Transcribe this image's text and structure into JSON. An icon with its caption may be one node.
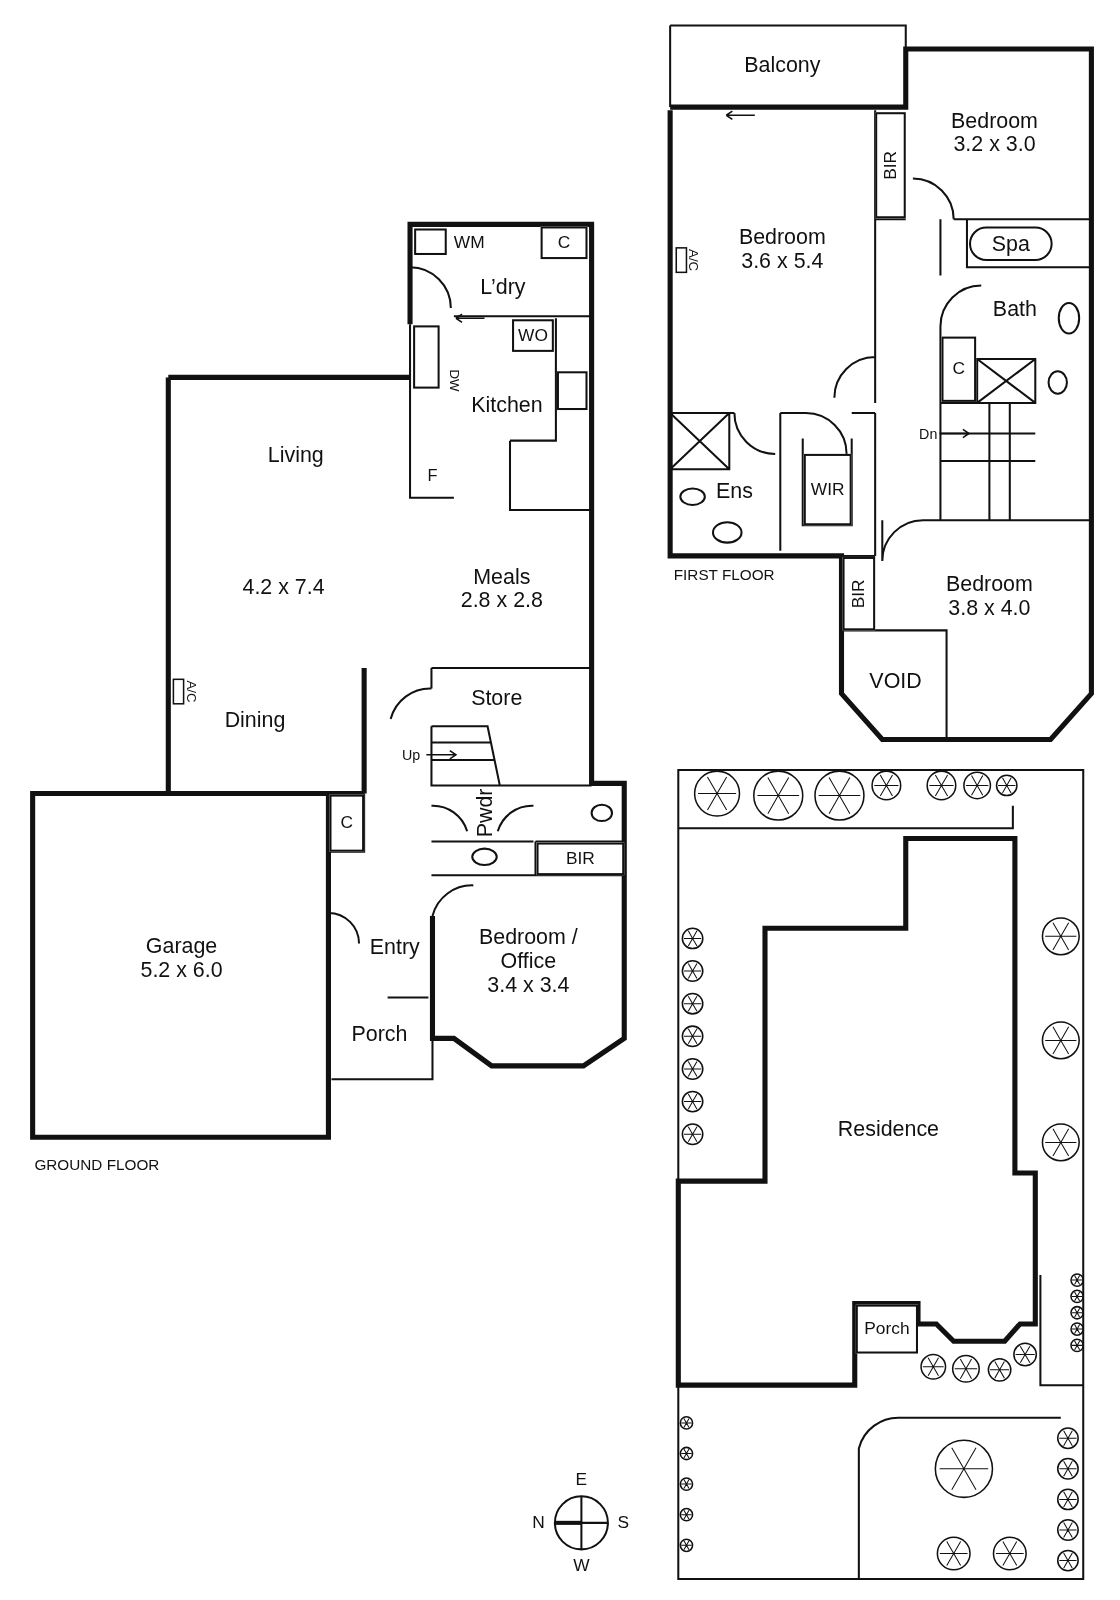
{
  "diagram": {
    "nodes": [
      {
        "text": [
          "Balcony"
        ]
      },
      {
        "text": [
          "Bedroom",
          "3.2 x 3.0"
        ]
      },
      {
        "text": [
          "BIR"
        ]
      },
      {
        "text": [
          "Bedroom",
          "3.6 x 5.4"
        ]
      },
      {
        "text": [
          "Bath"
        ]
      },
      {
        "text": [
          "Spa"
        ],
        "in": 4
      },
      {
        "text": [
          "C"
        ]
      },
      {
        "text": [
          "Ens"
        ]
      },
      {
        "text": [
          "WIR"
        ]
      },
      {
        "text": [
          "BIR"
        ]
      },
      {
        "text": [
          "Bedroom",
          "3.8 x 4.0"
        ]
      },
      {
        "text": [
          "VOID"
        ]
      },
      {
        "text": [
          "L’dry"
        ]
      },
      {
        "text": [
          "C"
        ],
        "in": 12
      },
      {
        "text": [
          "Kitchen"
        ]
      },
      {
        "text": [
          "WO"
        ],
        "in": 14
      },
      {
        "text": [
          "Living",
          "4.2 x 7.4",
          "Dining"
        ]
      },
      {
        "text": [
          "Meals",
          "2.8 x 2.8"
        ]
      },
      {
        "text": [
          "Store"
        ]
      },
      {
        "text": [
          "C"
        ]
      },
      {
        "text": [
          "Pwdr"
        ]
      },
      {
        "text": [
          "BIR"
        ]
      },
      {
        "text": [
          "Garage",
          "5.2 x 6.0"
        ]
      },
      {
        "text": [
          "Entry"
        ]
      },
      {
        "text": [
          "Bedroom / Office",
          "3.4 x 3.4"
        ]
      },
      {
        "text": [
          "Porch"
        ]
      },
      {
        "text": [
          "Residence"
        ]
      },
      {
        "text": [
          "Porch"
        ]
      }
    ],
    "edges": [],
    "labels": [
      "A/C",
      "Dn",
      "FIRST FLOOR",
      "WM",
      "DW",
      "F",
      "A/C",
      "Up",
      "GROUND FLOOR",
      "E",
      "N",
      "S",
      "W"
    ]
  }
}
